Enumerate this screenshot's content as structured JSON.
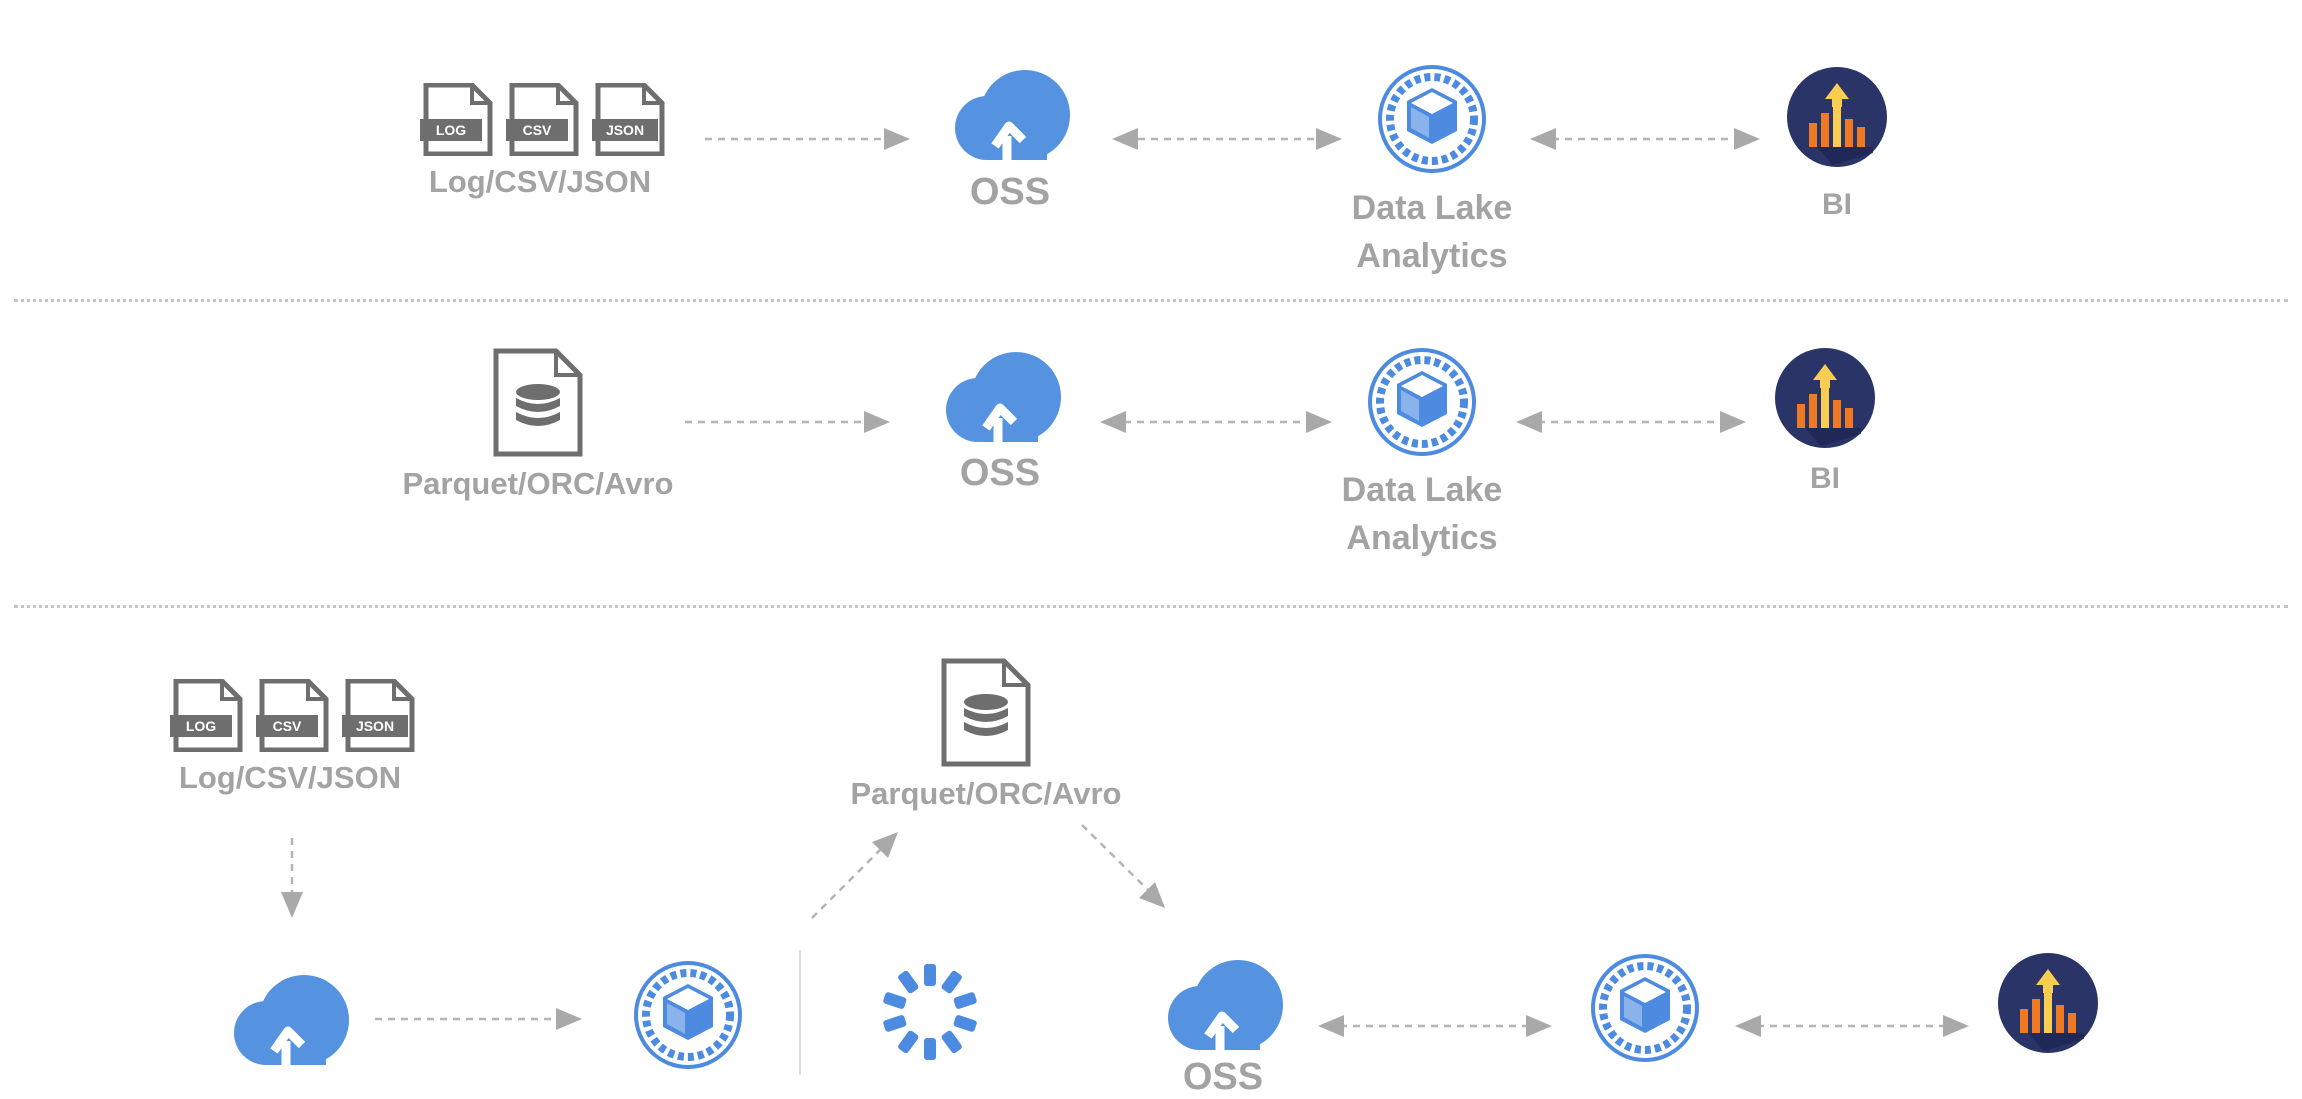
{
  "colors": {
    "label": "#a3a3a3",
    "arrow": "#a9a9a9",
    "cloud": "#5592e0",
    "dla": "#4d8be0",
    "file": "#6e6e6e",
    "bi_bg": "#2a3466",
    "bar_orange": "#f07a23",
    "bar_yellow": "#f9cd52"
  },
  "icons": {
    "files": "log-csv-json-file-icons",
    "columnar": "database-file-icon",
    "oss": "cloud-upload-icon",
    "dla": "data-lake-cube-icon",
    "bi": "bar-chart-arrow-icon",
    "loader": "spinner-icon"
  },
  "file_tags": [
    "LOG",
    "CSV",
    "JSON"
  ],
  "rows": [
    {
      "source_label": "Log/CSV/JSON",
      "oss_label": "OSS",
      "dla_label": "Data Lake Analytics",
      "bi_label": "BI"
    },
    {
      "source_label": "Parquet/ORC/Avro",
      "oss_label": "OSS",
      "dla_label": "Data Lake Analytics",
      "bi_label": "BI"
    }
  ],
  "row3": {
    "source_label": "Log/CSV/JSON",
    "columnar_label": "Parquet/ORC/Avro",
    "oss_label": "OSS"
  }
}
